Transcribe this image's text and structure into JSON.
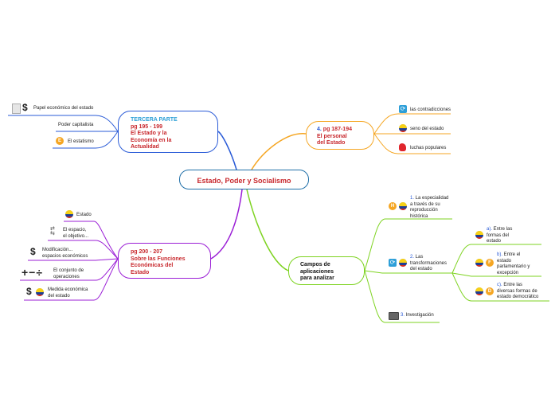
{
  "center": {
    "title": "Estado, Poder y Socialismo"
  },
  "topic_tr": {
    "num": "4. ",
    "line1": "pg 187-194",
    "line2": "El personal",
    "line3": "del Estado",
    "items": [
      "las contradicciones",
      "seno del estado",
      "luchas populares"
    ]
  },
  "topic_tl": {
    "line1": "TERCERA PARTE",
    "line2": "pg 195 - 199",
    "line3": "El Estado y la",
    "line4": "Economía en la",
    "line5": "Actualidad",
    "items": [
      "Papel económico del estado",
      "Poder capitalista",
      "El estatismo"
    ]
  },
  "topic_bl": {
    "line1": "pg 200 - 207",
    "line2": "Sobre las Funciones",
    "line3": "Económicas del",
    "line4": "Estado",
    "items": [
      "Estado",
      "El espacio,",
      "el objetivo...",
      "Modificación...",
      "espacios económicos",
      "El conjunto de",
      "operaciones",
      "Medida económica",
      "del estado"
    ]
  },
  "topic_br": {
    "line1": "Campos de",
    "line2": "aplicaciones",
    "line3": "para analizar",
    "item1": {
      "num": "1.",
      "text": " La especialidad",
      "l2": "a través de su",
      "l3": "reproducción",
      "l4": "histórica"
    },
    "item2": {
      "num": "2.",
      "text": " Las",
      "l2": "transformaciones",
      "l3": "del estado",
      "subs": [
        {
          "num": "a).",
          "text": " Entre las",
          "l2": "formas del",
          "l3": "estado"
        },
        {
          "num": "b).",
          "text": " Entre el",
          "l2": "estado",
          "l3": "parlamentario y",
          "l4": "excepción"
        },
        {
          "num": "c).",
          "text": " Entre las",
          "l2": "diversas formas de",
          "l3": "estado democrático"
        }
      ]
    },
    "item3": {
      "num": "3.",
      "text": " Investigación"
    }
  },
  "icons": {
    "H": "H",
    "E": "E",
    "F": "F",
    "D": "D"
  },
  "colors": {
    "center": "#1f6fa8",
    "orange": "#f5a623",
    "blue": "#2a5bd7",
    "purple": "#9b1fd6",
    "green": "#7ed321"
  }
}
